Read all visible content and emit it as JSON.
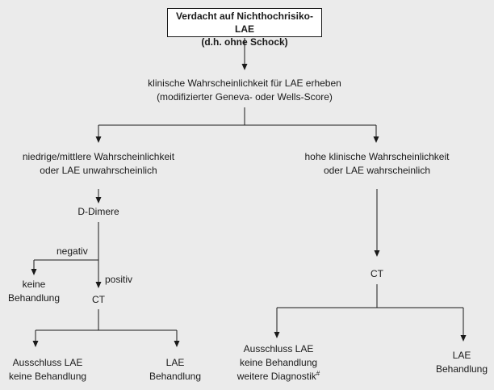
{
  "nodes": {
    "start": {
      "line1": "Verdacht auf Nichthochrisiko-LAE",
      "line2": "(d.h. ohne Schock)"
    },
    "assess": {
      "line1": "klinische Wahrscheinlichkeit für LAE erheben",
      "line2": "(modifizierter Geneva- oder Wells-Score)"
    },
    "low": {
      "line1": "niedrige/mittlere Wahrscheinlichkeit",
      "line2": "oder LAE unwahrscheinlich"
    },
    "high": {
      "line1": "hohe klinische Wahrscheinlichkeit",
      "line2": "oder LAE wahrscheinlich"
    },
    "ddimer": {
      "label": "D-Dimere"
    },
    "no_treatment": {
      "line1": "keine",
      "line2": "Behandlung"
    },
    "ct_left": {
      "label": "CT"
    },
    "ct_right": {
      "label": "CT"
    },
    "left_exclusion": {
      "line1": "Ausschluss LAE",
      "line2": "keine Behandlung"
    },
    "left_lae": {
      "line1": "LAE",
      "line2": "Behandlung"
    },
    "right_exclusion": {
      "line1": "Ausschluss LAE",
      "line2": "keine Behandlung",
      "line3": "weitere Diagnostik",
      "line3_sup": "#"
    },
    "right_lae": {
      "line1": "LAE",
      "line2": "Behandlung"
    }
  },
  "edge_labels": {
    "negative": "negativ",
    "positive": "positiv"
  }
}
